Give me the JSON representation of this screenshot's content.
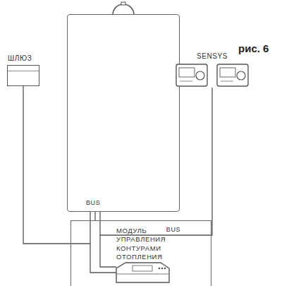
{
  "diagram": {
    "nodes": [
      {
        "text": [
          "ШЛЮЗ"
        ]
      },
      {
        "text": [
          "BUS"
        ]
      },
      {
        "text": [
          "SENSYS"
        ]
      },
      {
        "text": [
          "МОДУЛЬ УПРАВЛЕНИЯ КОНТУРАМИ ОТОПЛЕНИЯ"
        ]
      }
    ],
    "edges": [
      {
        "from": 0,
        "to": 1,
        "arrow": "none"
      },
      {
        "from": 1,
        "to": 2,
        "arrow": "none",
        "label": "BUS"
      },
      {
        "from": 1,
        "to": 3,
        "arrow": "none"
      }
    ],
    "labels": [
      "рис. 6"
    ]
  }
}
